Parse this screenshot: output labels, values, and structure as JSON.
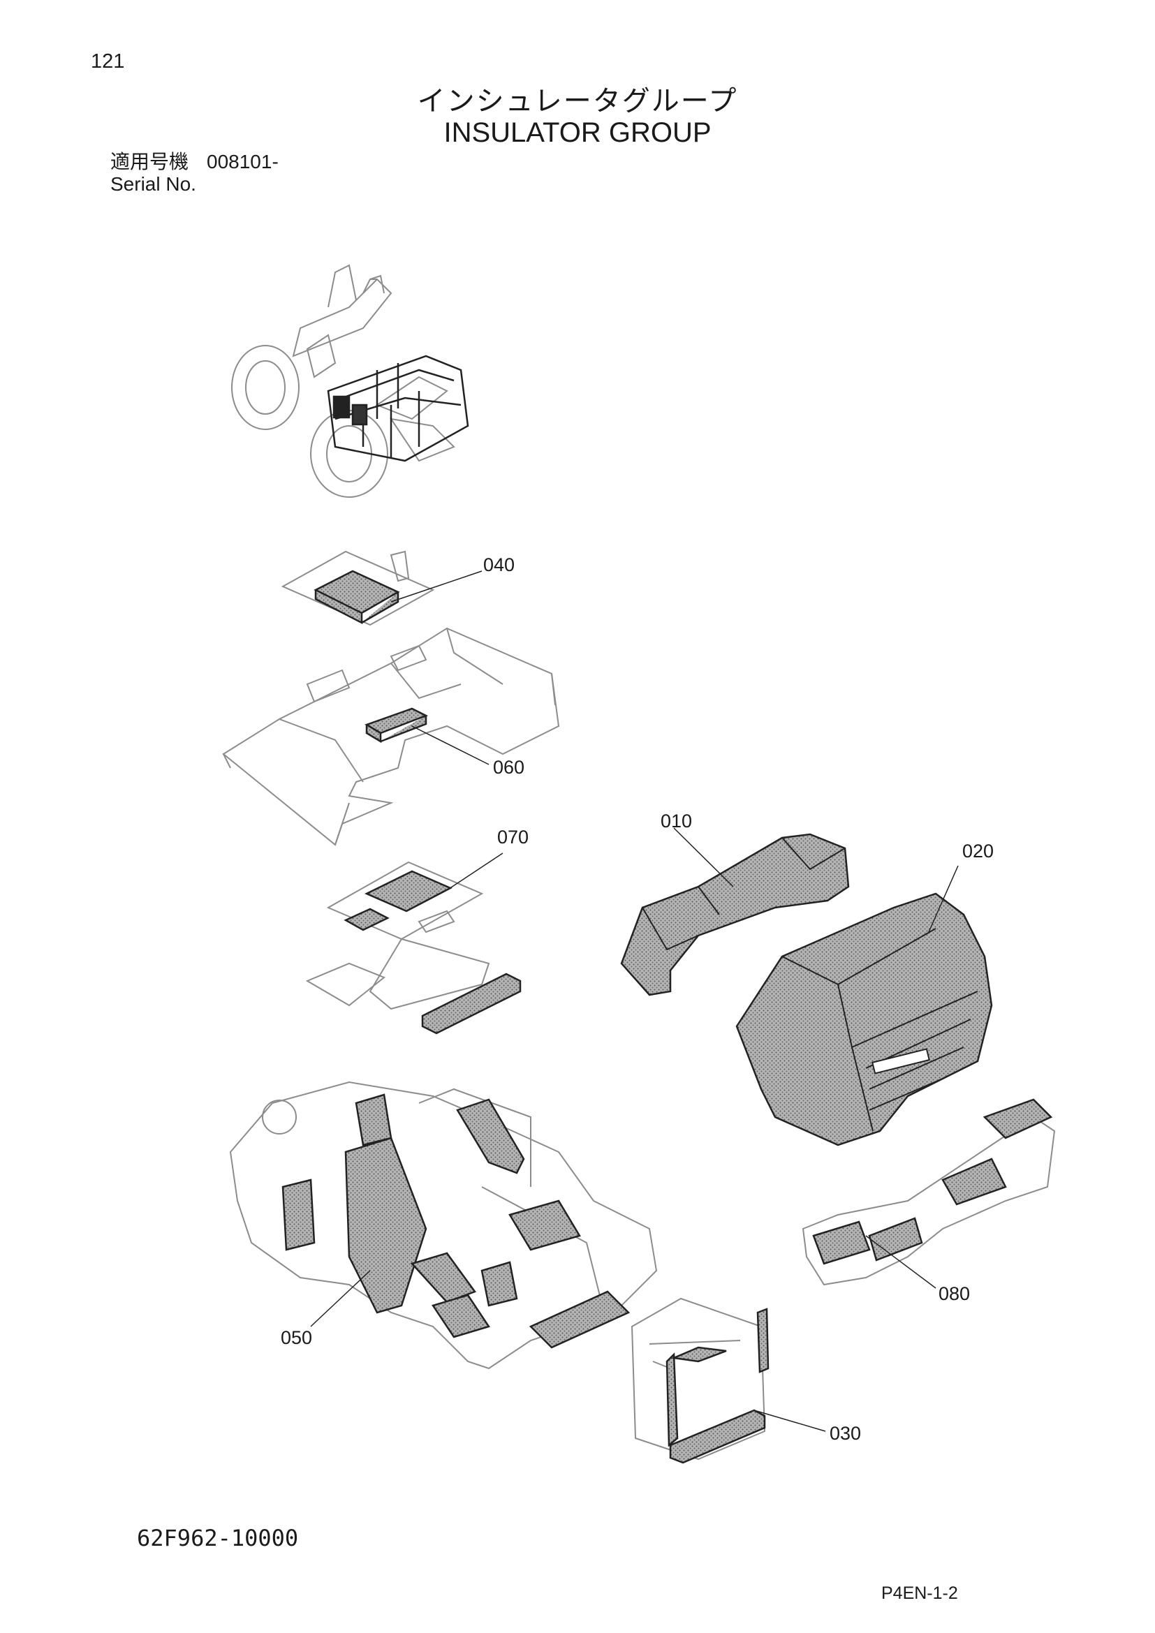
{
  "header": {
    "page_number": "121",
    "title_ja": "インシュレータグループ",
    "title_en": "INSULATOR GROUP",
    "serial_label_ja": "適用号機",
    "serial_value": "008101-",
    "serial_label_en": "Serial No."
  },
  "callouts": {
    "c010": "010",
    "c020": "020",
    "c030": "030",
    "c040": "040",
    "c050": "050",
    "c060": "060",
    "c070": "070",
    "c080": "080"
  },
  "footer": {
    "part_code": "62F962-10000",
    "page_code": "P4EN-1-2"
  },
  "colors": {
    "line": "#222222",
    "insulation_fill": "#9a9a9a",
    "faint_line": "#8c8c8c"
  }
}
